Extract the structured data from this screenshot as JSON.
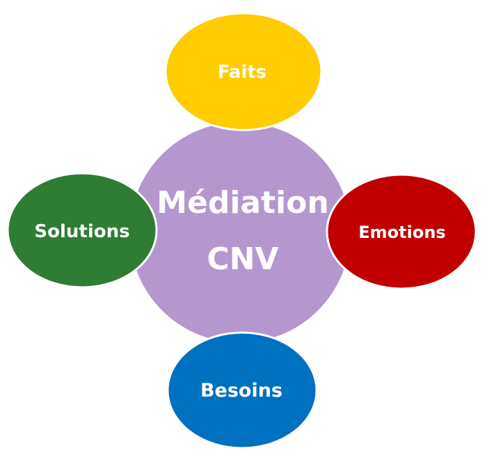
{
  "center": {
    "line1": "Médiation",
    "line2": "CNV",
    "color": "#b497cf"
  },
  "nodes": {
    "top": {
      "label": "Faits",
      "color": "#ffcc00"
    },
    "right": {
      "label": "Emotions",
      "color": "#c00000"
    },
    "bottom": {
      "label": "Besoins",
      "color": "#0070c0"
    },
    "left": {
      "label": "Solutions",
      "color": "#2e7d32"
    }
  },
  "outline_color": "#ffffff"
}
